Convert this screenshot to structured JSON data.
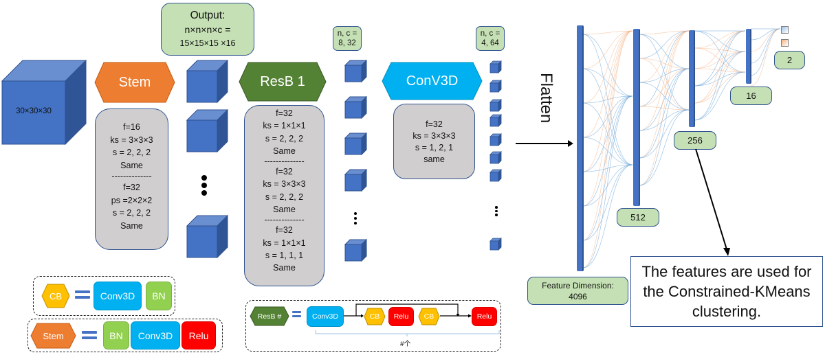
{
  "input": {
    "label": "30×30×30"
  },
  "stem": {
    "label": "Stem",
    "color": "#ed7d31",
    "params": [
      "f=16",
      "ks = 3×3×3",
      "s = 2, 2, 2",
      "Same",
      "--------------",
      "f=32",
      "ps =2×2×2",
      "s = 2, 2, 2",
      "Same"
    ]
  },
  "output_box": {
    "title": "Output:",
    "line1": "n×n×n×c =",
    "line2": "15×15×15 ×16"
  },
  "resb": {
    "label": "ResB 1",
    "color": "#548235",
    "params": [
      "f=32",
      "ks = 1×1×1",
      "s = 2, 2, 2",
      "Same",
      "--------------",
      "f=32",
      "ks = 3×3×3",
      "s = 2, 2, 2",
      "Same",
      "--------------",
      "f=32",
      "ks = 1×1×1",
      "s = 1, 1, 1",
      "Same"
    ]
  },
  "nc_box_1": {
    "line1": "n, c =",
    "line2": "8, 32"
  },
  "conv3d": {
    "label": "ConV3D",
    "color": "#00b0f0",
    "params": [
      "f=32",
      "ks = 3×3×3",
      "s = 1, 2, 1",
      "same"
    ]
  },
  "nc_box_2": {
    "line1": "n, c =",
    "line2": "4, 64"
  },
  "flatten": {
    "label": "Flatten"
  },
  "dense": {
    "feature_dim_label": "Feature Dimension:",
    "feature_dim_value": "4096",
    "layers": [
      "512",
      "256",
      "16",
      "2"
    ]
  },
  "note": {
    "lines": [
      "The features are used for",
      "the Constrained-KMeans",
      "clustering."
    ]
  },
  "legend_cb": {
    "lhs": "CB",
    "items": [
      "Conv3D",
      "BN"
    ]
  },
  "legend_stem": {
    "lhs": "Stem",
    "items": [
      "BN",
      "Conv3D",
      "Relu"
    ]
  },
  "legend_resb": {
    "lhs": "ResB #",
    "items": [
      "Conv3D",
      "CB",
      "Relu",
      "CB",
      "Relu"
    ],
    "repeat_label": "#个"
  },
  "colors": {
    "cube_front": "#4472c4",
    "cube_top": "#6a8fd0",
    "cube_side": "#2f5597",
    "gray": "#d0cece",
    "green": "#c5e0b4",
    "border": "#2f528f",
    "cb_yellow": "#ffc000",
    "bn_green": "#92d050",
    "relu_red": "#ff0000",
    "conv_blue": "#00b0f0",
    "line_blue": "#5b9bd5",
    "line_orange": "#f4b183"
  }
}
